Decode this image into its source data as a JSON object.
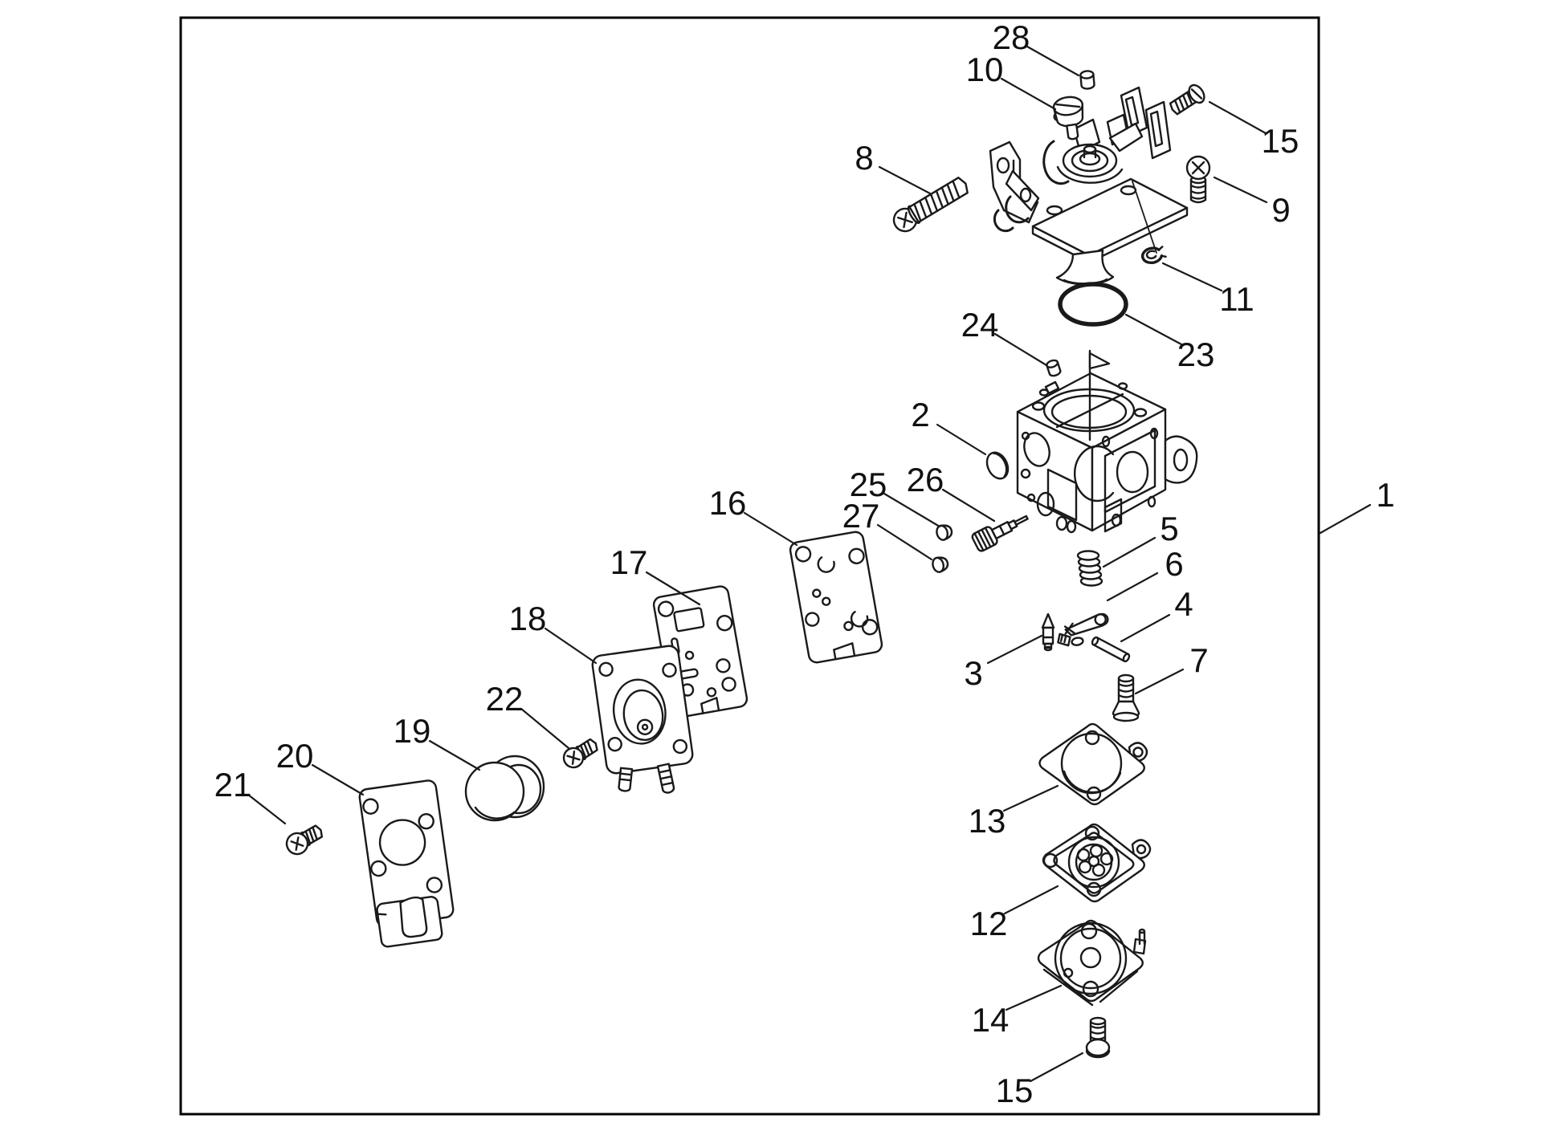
{
  "figure": {
    "background": "#ffffff",
    "line_color": "#1a1a1a",
    "callouts": {
      "c1": "1",
      "c2": "2",
      "c3": "3",
      "c4": "4",
      "c5": "5",
      "c6": "6",
      "c7": "7",
      "c8": "8",
      "c9": "9",
      "c10": "10",
      "c11": "11",
      "c12": "12",
      "c13": "13",
      "c14": "14",
      "c15": "15",
      "c16": "16",
      "c17": "17",
      "c18": "18",
      "c19": "19",
      "c20": "20",
      "c21": "21",
      "c22": "22",
      "c23": "23",
      "c24": "24",
      "c25": "25",
      "c26": "26",
      "c27": "27",
      "c28": "28"
    }
  }
}
